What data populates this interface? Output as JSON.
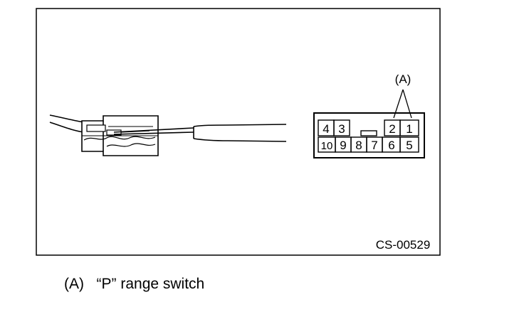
{
  "figure": {
    "callout_label": "(A)",
    "figure_id": "CS-00529"
  },
  "connector": {
    "pins": [
      "1",
      "2",
      "3",
      "4",
      "5",
      "6",
      "7",
      "8",
      "9",
      "10"
    ]
  },
  "legend": {
    "key": "(A)",
    "text": "“P” range switch"
  }
}
